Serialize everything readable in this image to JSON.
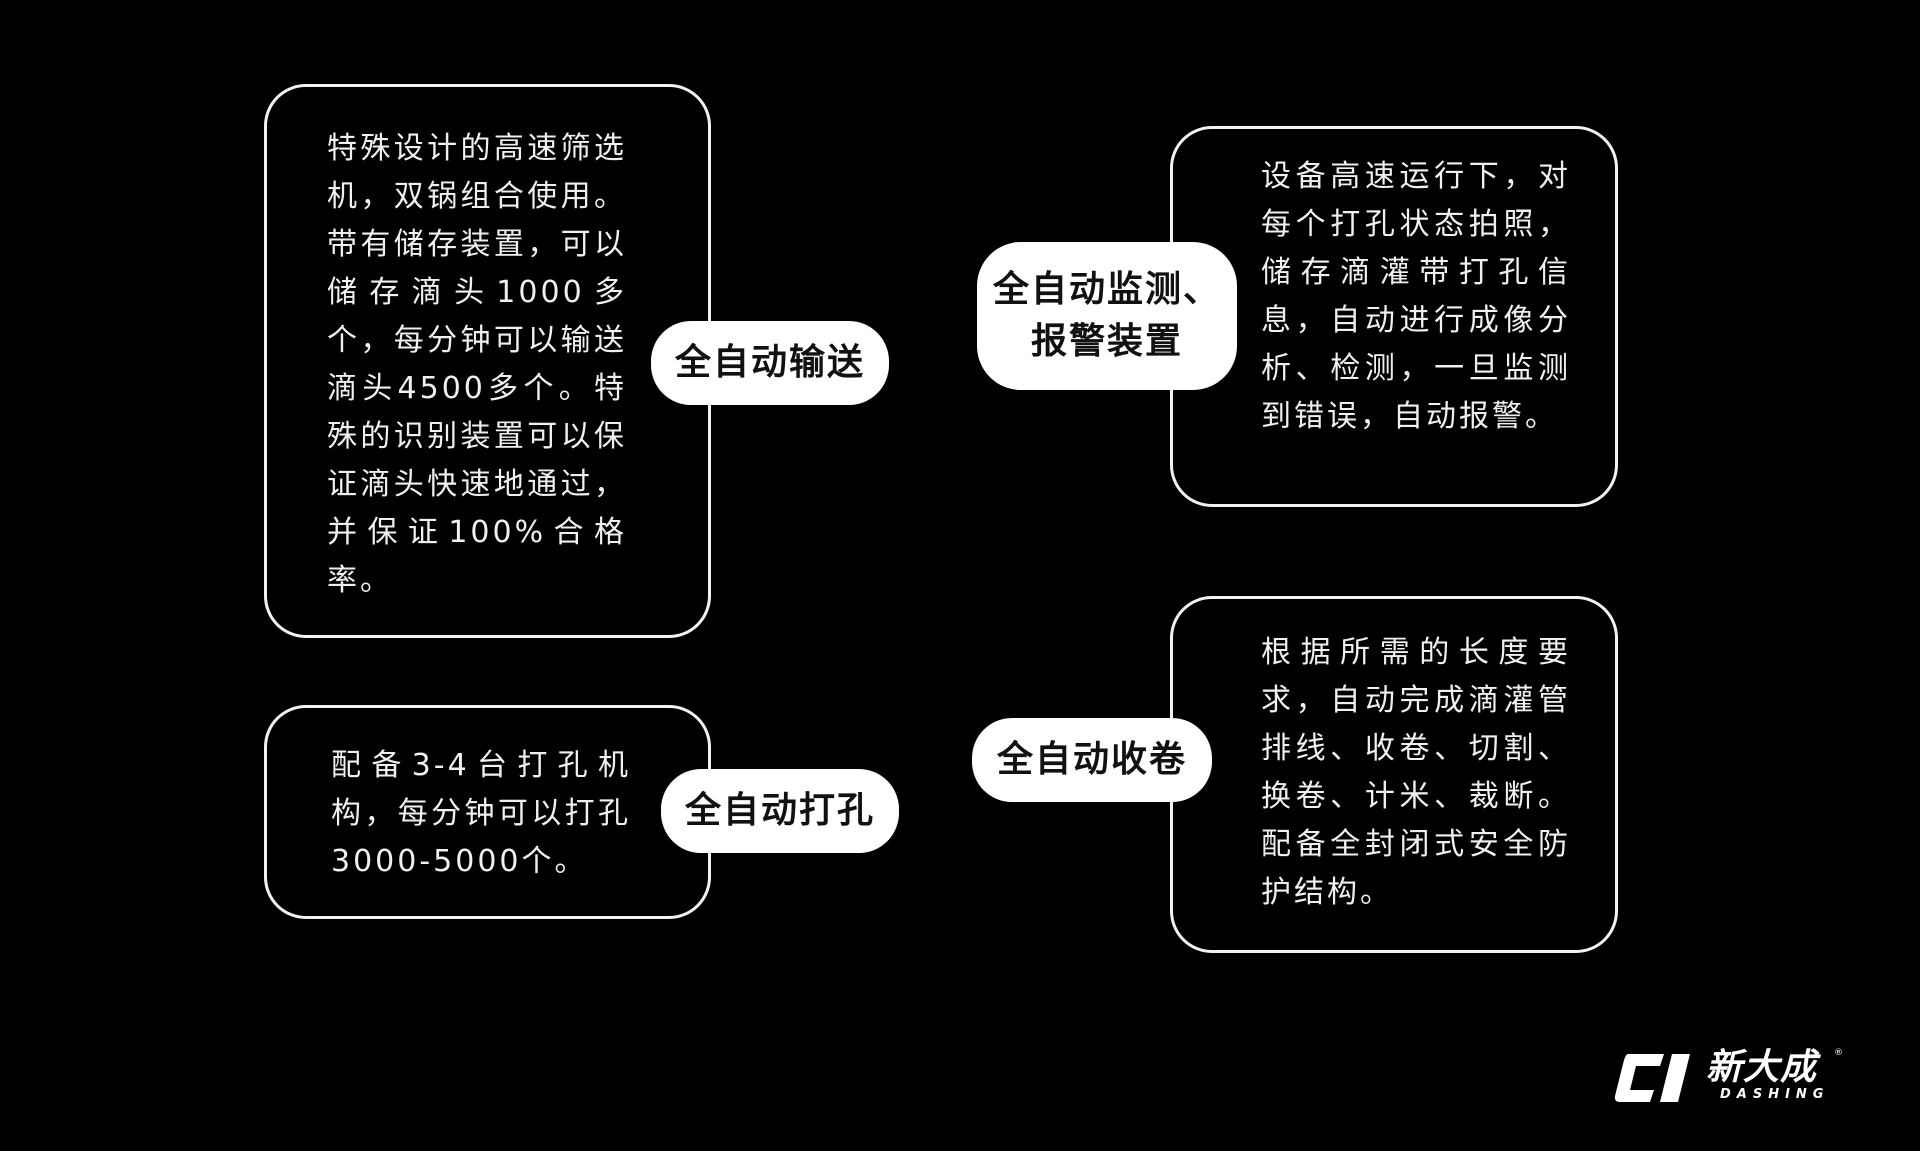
{
  "features": [
    {
      "label": "全自动输送",
      "description": "特殊设计的高速筛选机，双锅组合使用。带有储存装置，可以储存滴头1000多个，每分钟可以输送滴头4500多个。特殊的识别装置可以保证滴头快速地通过，并保证100%合格率。"
    },
    {
      "label": "全自动打孔",
      "description": "配备3-4台打孔机构，每分钟可以打孔3000-5000个。"
    },
    {
      "label": "全自动监测、\n报警装置",
      "description": "设备高速运行下，对每个打孔状态拍照，储存滴灌带打孔信息，自动进行成像分析、检测，一旦监测到错误，自动报警。"
    },
    {
      "label": "全自动收卷",
      "description": "根据所需的长度要求，自动完成滴灌管排线、收卷、切割、换卷、计米、裁断。配备全封闭式安全防护结构。"
    }
  ],
  "logo": {
    "mark": "logo-ci-icon",
    "name_cn": "新大成",
    "name_en": "DASHING",
    "registered": "®"
  },
  "colors": {
    "background": "#000000",
    "border": "#f2f2f2",
    "pill_bg": "#ffffff",
    "pill_text": "#111111"
  }
}
